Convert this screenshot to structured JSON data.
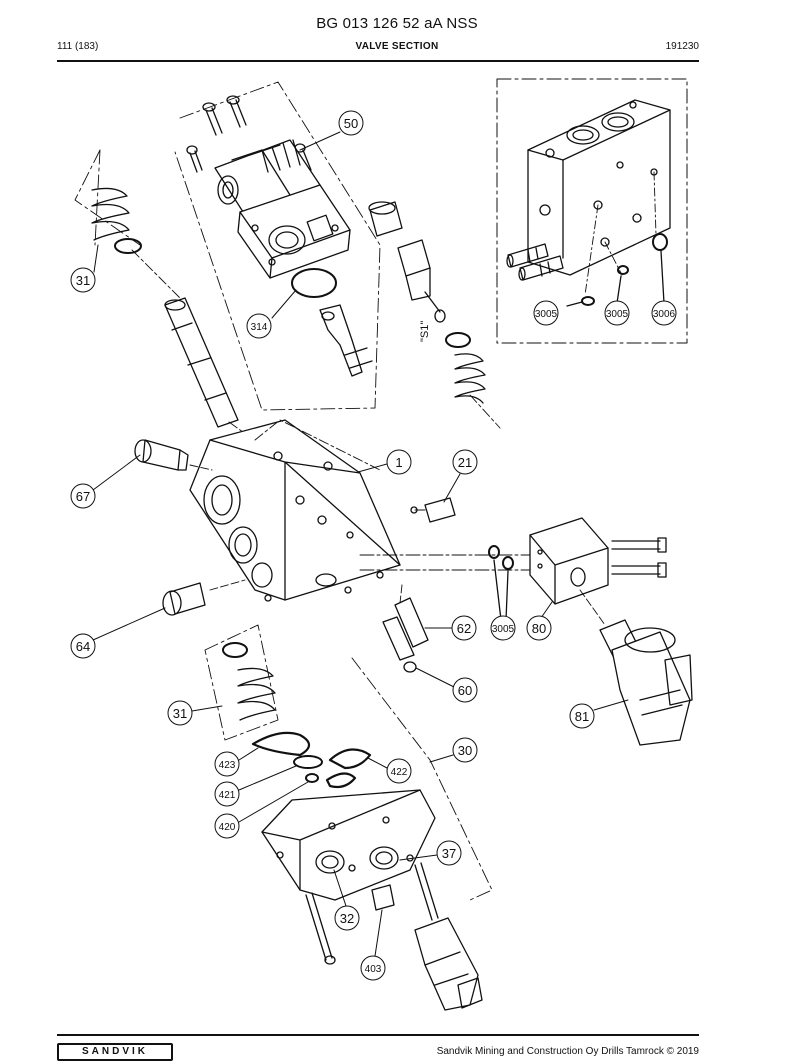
{
  "header": {
    "title": "BG 013 126 52 aA NSS",
    "page": "111 (183)",
    "section": "VALVE SECTION",
    "code": "191230"
  },
  "footer": {
    "logo": "SANDVIK",
    "copyright": "Sandvik Mining and Construction Oy Drills Tamrock © 2019"
  },
  "diagram": {
    "inset_label": "\"S1\"",
    "callouts": {
      "c50": "50",
      "c31a": "31",
      "c314": "314",
      "c3005a": "3005",
      "c3005b": "3005",
      "c3006": "3006",
      "c1": "1",
      "c21": "21",
      "c67": "67",
      "c62": "62",
      "c3005c": "3005",
      "c80": "80",
      "c64": "64",
      "c60": "60",
      "c81": "81",
      "c31b": "31",
      "c30": "30",
      "c423": "423",
      "c422": "422",
      "c421": "421",
      "c420": "420",
      "c37": "37",
      "c32": "32",
      "c403": "403"
    }
  }
}
